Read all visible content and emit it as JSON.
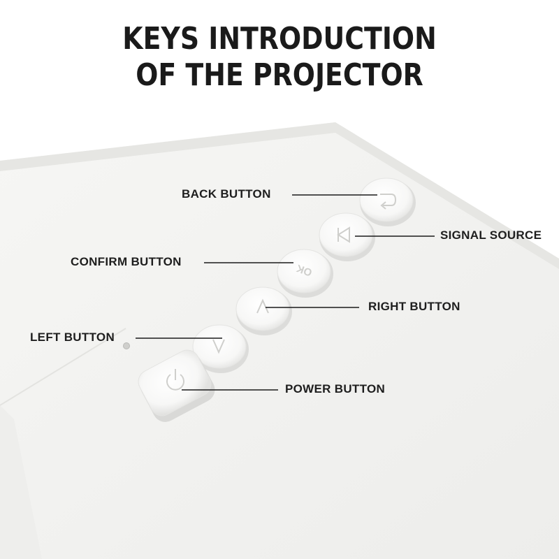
{
  "title": {
    "line1": "KEYS INTRODUCTION",
    "line2": "OF THE PROJECTOR"
  },
  "labels": {
    "back": "BACK BUTTON",
    "signal": "SIGNAL SOURCE",
    "confirm": "CONFIRM BUTTON",
    "right": "RIGHT BUTTON",
    "left": "LEFT BUTTON",
    "power": "POWER BUTTON"
  },
  "keys": {
    "ok": "OK"
  },
  "colors": {
    "background": "#ffffff",
    "device_body": "#f4f4f2",
    "key_face": "#fbfbfb",
    "leader_line": "#1a1a1a",
    "label_text": "#1e1e1e"
  }
}
